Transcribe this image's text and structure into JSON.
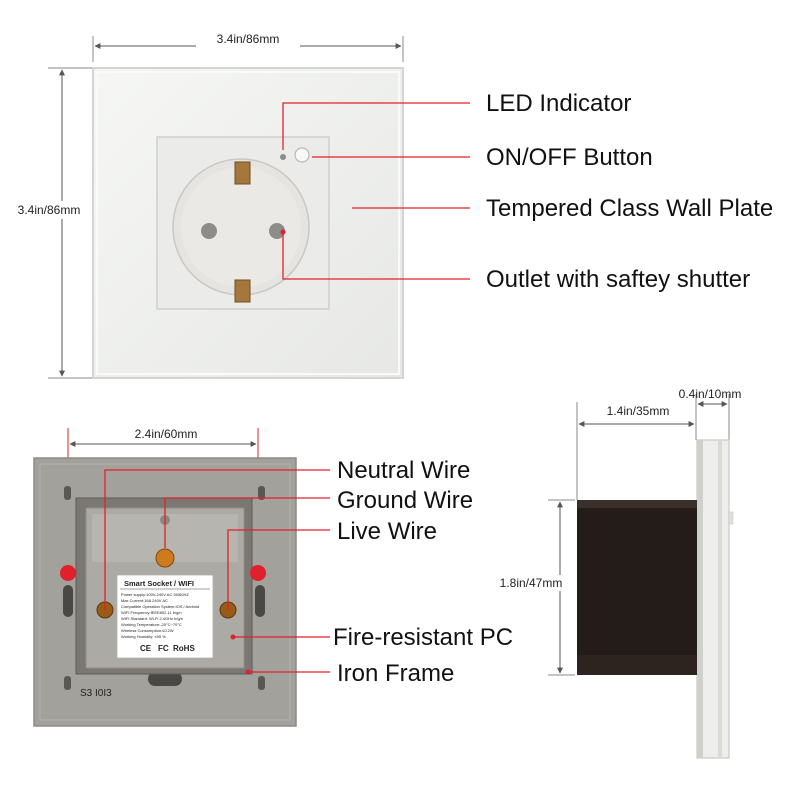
{
  "front_view": {
    "width_label": "3.4in/86mm",
    "height_label": "3.4in/86mm",
    "callouts": {
      "led": "LED Indicator",
      "button": "ON/OFF Button",
      "plate": "Tempered Class Wall Plate",
      "outlet": "Outlet with saftey shutter"
    }
  },
  "back_view": {
    "width_label": "2.4in/60mm",
    "callouts": {
      "neutral": "Neutral Wire",
      "ground": "Ground Wire",
      "live": "Live Wire",
      "pc": "Fire-resistant PC",
      "iron": "Iron Frame"
    },
    "sticker": {
      "title": "Smart Socket / WIFI",
      "lines": [
        "Power supply:100V-240V AC  50/60HZ",
        "Max Current:16A  240V AC",
        "Compatible Operation System:IOS / Android",
        "WIFI Frequency:IEEE802.11 b/g/n",
        "WIFI Standard: Wi-Fi 2.4GHz b/g/n",
        "Working Temperature:-20°C~70°C",
        "Wireless Consumption:≤0.2W",
        "Working Humidity: ≤95 %"
      ],
      "marks": [
        "CE",
        "FC",
        "RoHS"
      ]
    },
    "frame_mark": "S3 I0I3"
  },
  "side_view": {
    "depth_label": "1.4in/35mm",
    "plate_label": "0.4in/10mm",
    "height_label": "1.8in/47mm"
  },
  "colors": {
    "callout_red": "#e0212b",
    "glass": "#eff0ee",
    "frame_gray": "#a3a19c",
    "body_dark": "#241c18"
  }
}
